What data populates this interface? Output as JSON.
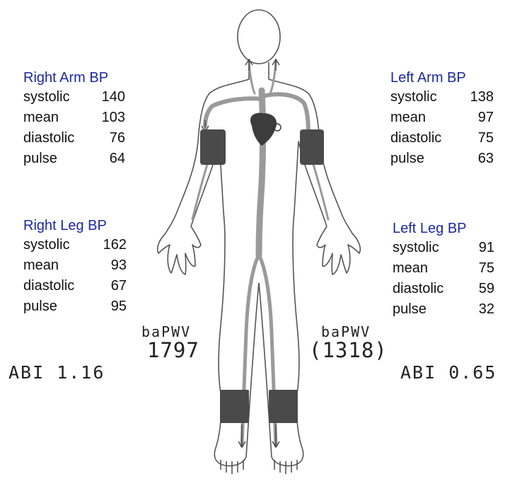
{
  "right_arm": {
    "title": "Right Arm BP",
    "rows": [
      {
        "label": "systolic",
        "value": "140"
      },
      {
        "label": "mean",
        "value": "103"
      },
      {
        "label": "diastolic",
        "value": "76"
      },
      {
        "label": "pulse",
        "value": "64"
      }
    ]
  },
  "left_arm": {
    "title": "Left Arm BP",
    "rows": [
      {
        "label": "systolic",
        "value": "138"
      },
      {
        "label": "mean",
        "value": "97"
      },
      {
        "label": "diastolic",
        "value": "75"
      },
      {
        "label": "pulse",
        "value": "63"
      }
    ]
  },
  "right_leg": {
    "title": "Right Leg BP",
    "rows": [
      {
        "label": "systolic",
        "value": "162"
      },
      {
        "label": "mean",
        "value": "93"
      },
      {
        "label": "diastolic",
        "value": "67"
      },
      {
        "label": "pulse",
        "value": "95"
      }
    ]
  },
  "left_leg": {
    "title": "Left Leg BP",
    "rows": [
      {
        "label": "systolic",
        "value": "91"
      },
      {
        "label": "mean",
        "value": "75"
      },
      {
        "label": "diastolic",
        "value": "59"
      },
      {
        "label": "pulse",
        "value": "32"
      }
    ]
  },
  "pwv_right": {
    "label": "baPWV",
    "value": "1797"
  },
  "pwv_left": {
    "label": "baPWV",
    "value": "(1318)"
  },
  "abi_right": "ABI 1.16",
  "abi_left": "ABI 0.65",
  "colors": {
    "title_blue": "#1a2a9c",
    "artery_gray": "#9a9a9a",
    "cuff_dark": "#4a4a4a",
    "heart_dark": "#3c3c3c"
  }
}
